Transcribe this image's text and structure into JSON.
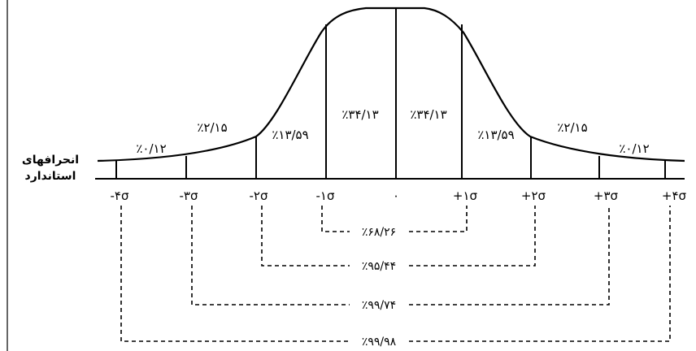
{
  "side_label": [
    "انحرافهای",
    "استاندارد"
  ],
  "axis_ticks": [
    "-۴σ",
    "-۳σ",
    "-۲σ",
    "-۱σ",
    "۰",
    "+۱σ",
    "+۲σ",
    "+۳σ",
    "+۴σ"
  ],
  "area_labels": [
    "٪۰/۱۲",
    "٪۲/۱۵",
    "٪۱۳/۵۹",
    "٪۳۴/۱۳",
    "٪۳۴/۱۳",
    "٪۱۳/۵۹",
    "٪۲/۱۵",
    "٪۰/۱۲"
  ],
  "spans": [
    {
      "sigma": 1,
      "label": "٪۶۸/۲۶"
    },
    {
      "sigma": 2,
      "label": "٪۹۵/۴۴"
    },
    {
      "sigma": 3,
      "label": "٪۹۹/۷۴"
    },
    {
      "sigma": 4,
      "label": "٪۹۹/۹۸"
    }
  ],
  "colors": {
    "ink": "#000000",
    "background": "#ffffff"
  }
}
